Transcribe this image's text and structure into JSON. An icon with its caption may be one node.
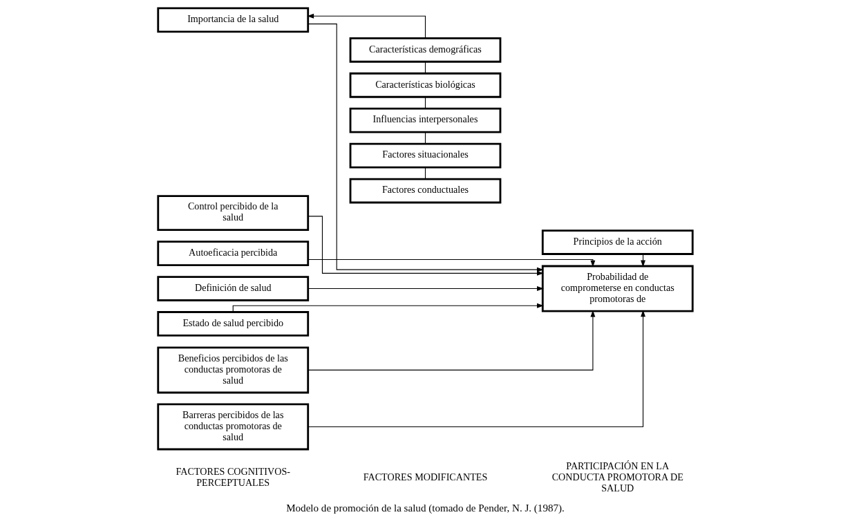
{
  "diagram": {
    "caption": "Modelo de promoción de la salud (tomado de Pender, N. J. (1987).",
    "nodes": [
      {
        "text": [
          "Importancia de la salud"
        ]
      },
      {
        "text": [
          "Control percibido de la salud"
        ]
      },
      {
        "text": [
          "Autoeficacia percibida"
        ]
      },
      {
        "text": [
          "Definición de salud"
        ]
      },
      {
        "text": [
          "Estado de salud percibido"
        ]
      },
      {
        "text": [
          "Beneficios percibidos de las conductas promotoras de salud"
        ]
      },
      {
        "text": [
          "Barreras percibidos de las conductas promotoras de salud"
        ]
      },
      {
        "text": [
          "Características demográficas"
        ]
      },
      {
        "text": [
          "Características biológicas"
        ]
      },
      {
        "text": [
          "Influencias interpersonales"
        ]
      },
      {
        "text": [
          "Factores situacionales"
        ]
      },
      {
        "text": [
          "Factores conductuales"
        ]
      },
      {
        "text": [
          "Probabilidad de comprometerse en conductas promotoras de"
        ]
      },
      {
        "text": [
          "Principios de la acción"
        ]
      }
    ],
    "edges": [
      {
        "from": 0,
        "to": 12,
        "arrow": "to"
      },
      {
        "from": 1,
        "to": 12,
        "arrow": "to"
      },
      {
        "from": 2,
        "to": 12,
        "arrow": "to"
      },
      {
        "from": 3,
        "to": 12,
        "arrow": "to"
      },
      {
        "from": 4,
        "to": 12,
        "arrow": "to"
      },
      {
        "from": 5,
        "to": 12,
        "arrow": "to"
      },
      {
        "from": 6,
        "to": 12,
        "arrow": "to"
      },
      {
        "from": 7,
        "to": 8,
        "arrow": "none"
      },
      {
        "from": 8,
        "to": 9,
        "arrow": "none"
      },
      {
        "from": 9,
        "to": 10,
        "arrow": "none"
      },
      {
        "from": 10,
        "to": 11,
        "arrow": "none"
      },
      {
        "from": 7,
        "to": 0,
        "arrow": "to"
      },
      {
        "from": 13,
        "to": 12,
        "arrow": "to"
      }
    ],
    "labels": [
      "FACTORES COGNITIVOS-PERCEPTUALES",
      "FACTORES MODIFICANTES",
      "PARTICIPACIÓN EN LA CONDUCTA PROMOTORA DE SALUD"
    ]
  }
}
